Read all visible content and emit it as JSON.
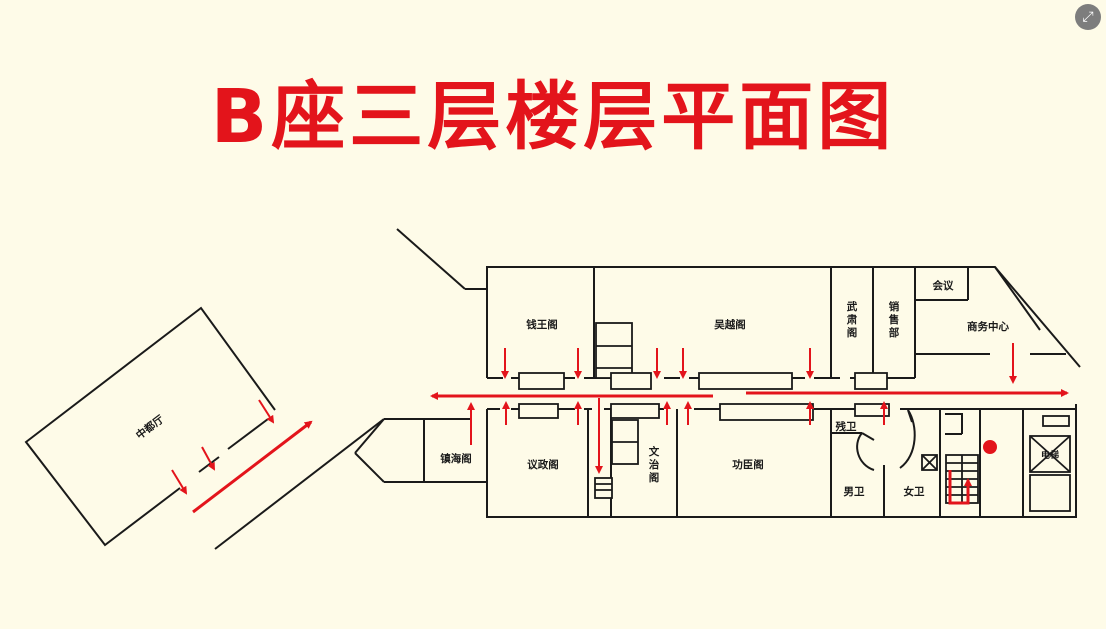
{
  "title": "B座三层楼层平面图",
  "colors": {
    "background": "#fefbe8",
    "wall": "#1a1a1a",
    "accent": "#e3141b"
  },
  "ui": {
    "corner_icon": "expand-icon"
  },
  "rooms": {
    "zhongdu": "中都厅",
    "qianwang": "钱王阁",
    "wuyue": "吴越阁",
    "wusu": "武肃阁",
    "xiaoshou": "销售部",
    "huiyi": "会议",
    "shangwu": "商务中心",
    "zhenhai": "镇海阁",
    "yizheng": "议政阁",
    "wenzhi": "文治阁",
    "gongchen": "功臣阁",
    "canwei": "残卫",
    "nanwei": "男卫",
    "nvwei": "女卫",
    "dianti": "电梯"
  }
}
